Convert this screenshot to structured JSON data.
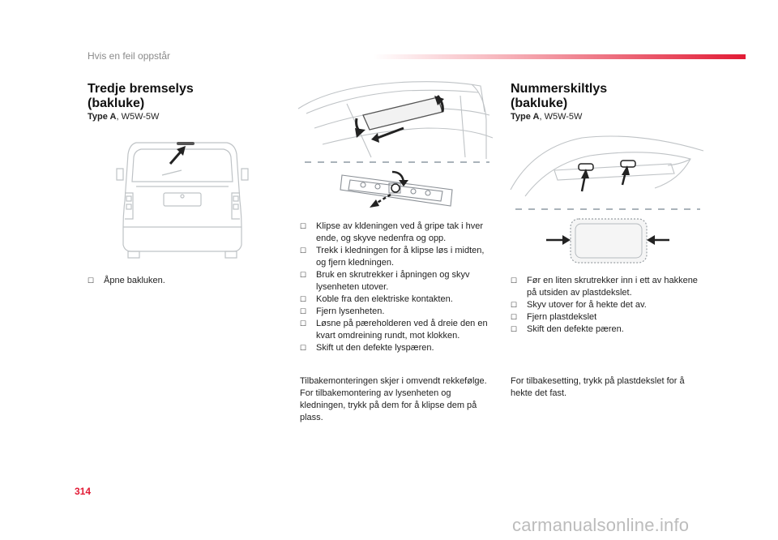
{
  "header": {
    "section_title": "Hvis en feil oppstår"
  },
  "left": {
    "title_line1": "Tredje bremselys",
    "title_line2": "(bakluke)",
    "type_label": "Type A",
    "type_value": ", W5W-5W",
    "steps": [
      "Åpne bakluken."
    ]
  },
  "middle": {
    "steps": [
      "Klipse av kldeningen ved å gripe tak i hver ende, og skyve nedenfra og opp.",
      "Trekk i kledningen for å klipse løs i midten, og fjern kledningen.",
      "Bruk en skrutrekker i åpningen og skyv lysenheten utover.",
      "Koble fra den elektriske kontakten.",
      "Fjern lysenheten.",
      "Løsne på pæreholderen ved å dreie den en kvart omdreining rundt, mot klokken.",
      "Skift ut den defekte lyspæren."
    ],
    "note": "Tilbakemonteringen skjer i omvendt rekkefølge. For tilbakemontering av lysenheten og kledningen, trykk på dem for å klipse dem på plass."
  },
  "right": {
    "title_line1": "Nummerskiltlys",
    "title_line2": "(bakluke)",
    "type_label": "Type A",
    "type_value": ", W5W-5W",
    "steps": [
      "Før en liten skrutrekker inn i ett av hakkene på utsiden av plastdekslet.",
      "Skyv utover for å hekte det av.",
      "Fjern plastdekslet",
      "Skift den defekte pæren."
    ],
    "note": "For tilbakesetting, trykk på plastdekslet for å hekte det fast."
  },
  "footer": {
    "page_number": "314",
    "watermark": "carmanualsonline.info"
  },
  "colors": {
    "accent": "#e21b35",
    "text": "#222222",
    "muted": "#8a8a8a"
  },
  "icons": {
    "bullet": "checkbox-bullet-icon"
  }
}
